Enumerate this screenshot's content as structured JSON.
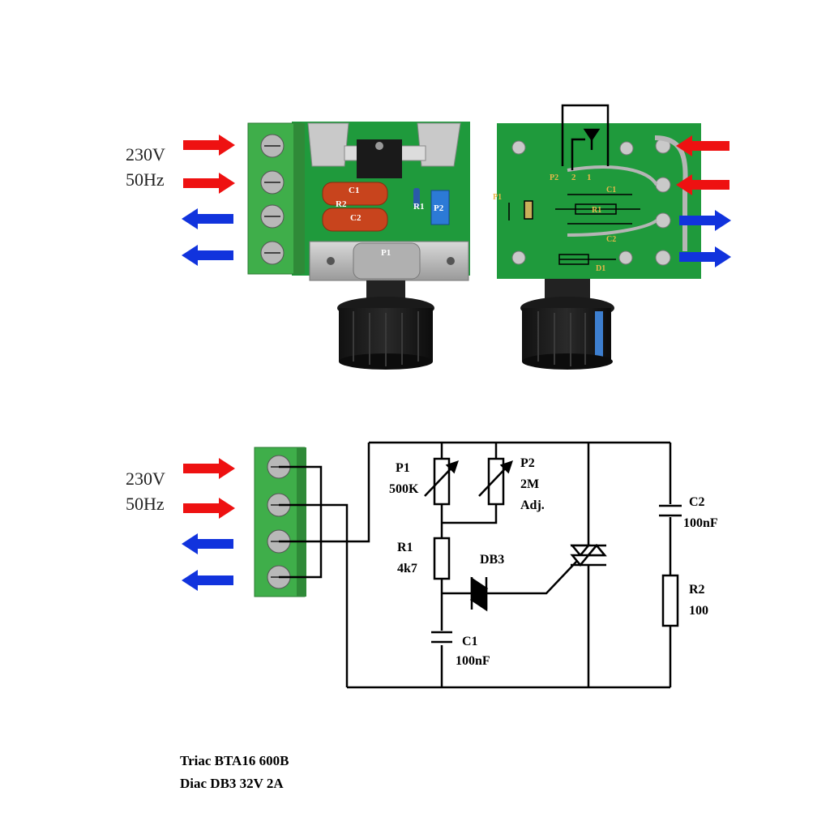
{
  "input_label": {
    "voltage": "230V",
    "frequency": "50Hz"
  },
  "colors": {
    "input_arrow": "#ee1111",
    "output_arrow": "#1133dd",
    "pcb": "#1a9e3a",
    "terminal": "#3fae4a"
  },
  "photo_left": {
    "labels": {
      "c1": "C1",
      "c2": "C2",
      "r2": "R2",
      "r1": "R1",
      "p1": "P1",
      "p2": "P2"
    }
  },
  "photo_right": {
    "labels": {
      "p1": "P1",
      "p2": "P2",
      "c1": "C1",
      "c2": "C2",
      "r1": "R1",
      "d1": "D1",
      "pin2": "2",
      "pin1": "1"
    }
  },
  "schematic": {
    "p1": {
      "name": "P1",
      "value": "500K"
    },
    "p2": {
      "name": "P2",
      "value": "2M",
      "note": "Adj."
    },
    "r1": {
      "name": "R1",
      "value": "4k7"
    },
    "diac": {
      "name": "DB3"
    },
    "c1": {
      "name": "C1",
      "value": "100nF"
    },
    "c2": {
      "name": "C2",
      "value": "100nF"
    },
    "r2": {
      "name": "R2",
      "value": "100"
    }
  },
  "notes": {
    "triac": "Triac BTA16  600B",
    "diac": "Diac DB3   32V 2A"
  }
}
